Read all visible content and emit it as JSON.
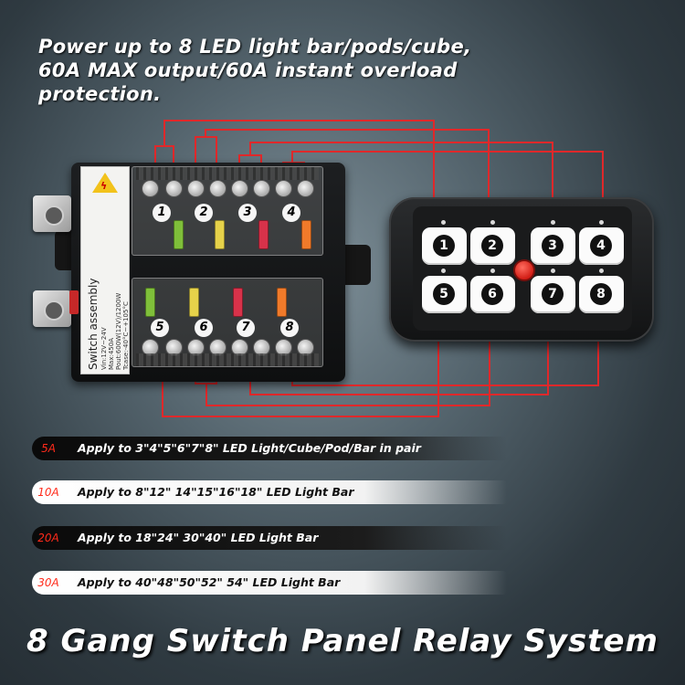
{
  "headline": {
    "line1": "Power up to 8 LED light bar/pods/cube,",
    "line2": "60A MAX output/60A instant overload",
    "line3": "protection."
  },
  "relay_box": {
    "label_title": "Switch assembly",
    "label_line1": "Vin:12V~24V",
    "label_line2": "Max:450A",
    "label_line3": "Pout:600W(12V)/1200W",
    "label_line4": "Tcase:-40°C~+105°C",
    "channels_top": [
      "1",
      "2",
      "3",
      "4"
    ],
    "channels_bottom": [
      "5",
      "6",
      "7",
      "8"
    ],
    "fuse_colors_top": [
      "#7fbf3a",
      "#e6d24a",
      "#d8324a",
      "#f07a2a"
    ],
    "fuse_colors_bottom": [
      "#7fbf3a",
      "#e6d24a",
      "#d8324a",
      "#f07a2a"
    ]
  },
  "switch_panel": {
    "buttons": [
      "1",
      "2",
      "3",
      "4",
      "5",
      "6",
      "7",
      "8"
    ],
    "power_color": "#d21e16"
  },
  "amperage": [
    {
      "badge": "5A",
      "text": "Apply to 3\"4\"5\"6\"7\"8\" LED Light/Cube/Pod/Bar in pair",
      "style": "dark"
    },
    {
      "badge": "10A",
      "text": "Apply to 8\"12\" 14\"15\"16\"18\" LED Light Bar",
      "style": "light"
    },
    {
      "badge": "20A",
      "text": "Apply to 18\"24\" 30\"40\" LED Light Bar",
      "style": "dark"
    },
    {
      "badge": "30A",
      "text": "Apply to 40\"48\"50\"52\" 54\" LED Light Bar",
      "style": "light"
    }
  ],
  "title": "8 Gang Switch Panel Relay System",
  "colors": {
    "wire": "#e0282a",
    "badge_text": "#ff2a1a"
  }
}
